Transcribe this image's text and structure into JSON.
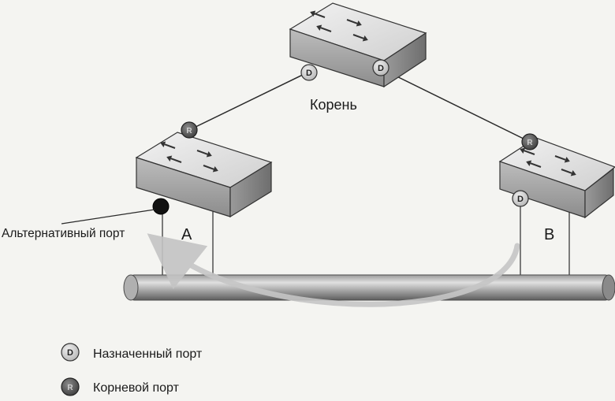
{
  "labels": {
    "root": "Корень",
    "switch_a": "A",
    "switch_b": "B",
    "alternate_port": "Альтернативный порт"
  },
  "port_markers": {
    "designated": "D",
    "root": "R"
  },
  "legend": {
    "designated_port": "Назначенный порт",
    "root_port": "Корневой порт"
  },
  "colors": {
    "designated_fill": "#d9d9d9",
    "root_fill": "#6b6b6b",
    "alternate_fill": "#111111",
    "line": "#2a2a2a"
  }
}
